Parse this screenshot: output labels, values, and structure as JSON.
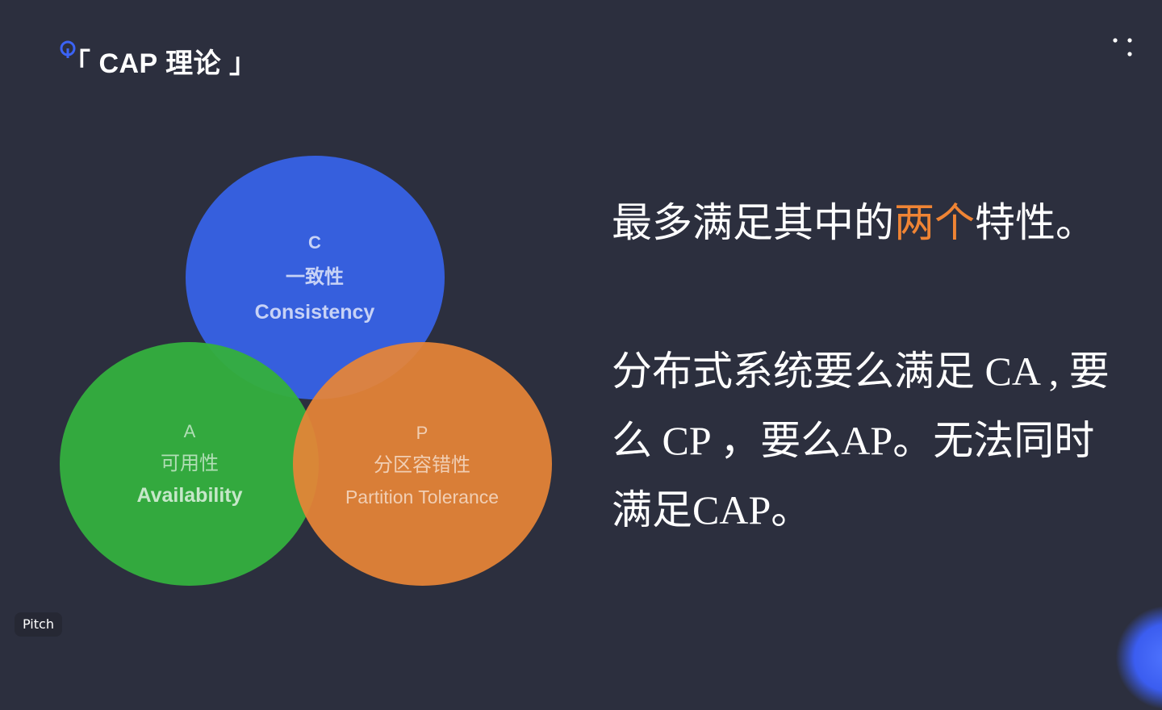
{
  "header": {
    "title": "「 CAP 理论 」",
    "logo_icon": "pitch-circle-logo-icon",
    "menu_icon": "dots-menu-icon"
  },
  "venn": {
    "consistency": {
      "letter": "C",
      "zh": "一致性",
      "en": "Consistency",
      "color": "#365fdd"
    },
    "availability": {
      "letter": "A",
      "zh": "可用性",
      "en": "Availability",
      "color": "#34ae3e"
    },
    "partition": {
      "letter": "P",
      "zh": "分区容错性",
      "en": "Partition Tolerance",
      "color": "#e68437"
    }
  },
  "text": {
    "line1_before": "最多满足其中的",
    "line1_highlight": "两个",
    "line1_after": "特性。",
    "highlight_color": "#ef8434",
    "paragraph2": "分布式系统要么满足 CA , 要么 CP ，要么AP。无法同时满足CAP。"
  },
  "footer": {
    "brand": "Pitch"
  },
  "colors": {
    "background": "#2c2f3e",
    "accent": "#3b5df0"
  }
}
